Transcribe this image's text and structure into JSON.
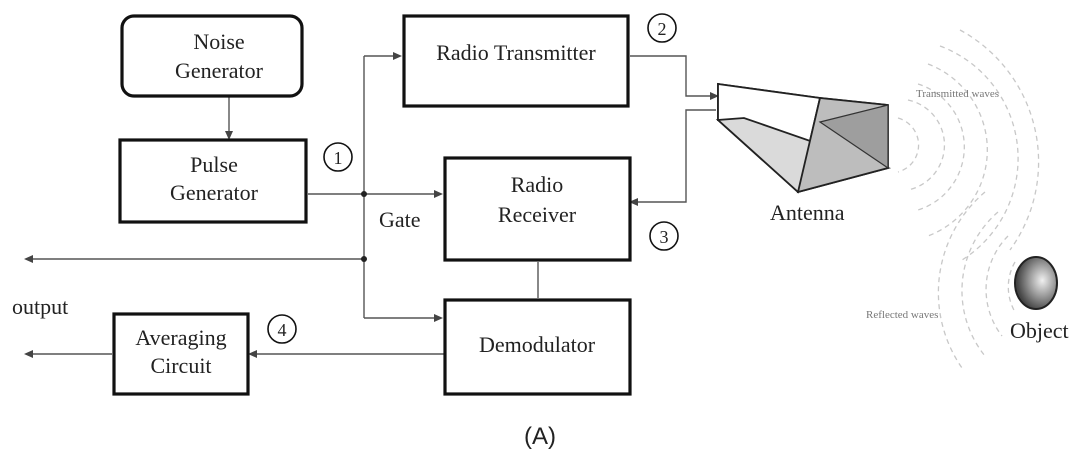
{
  "blocks": {
    "noise_generator": [
      "Noise",
      "Generator"
    ],
    "pulse_generator": [
      "Pulse",
      "Generator"
    ],
    "radio_transmitter": [
      "Radio Transmitter"
    ],
    "radio_receiver": [
      "Radio",
      "Receiver"
    ],
    "demodulator": [
      "Demodulator"
    ],
    "averaging_circuit": [
      "Averaging",
      "Circuit"
    ]
  },
  "labels": {
    "gate": "Gate",
    "output": "output",
    "antenna": "Antenna",
    "object": "Object",
    "transmitted_waves": "Transmitted waves",
    "reflected_waves": "Reflected waves"
  },
  "markers": [
    "1",
    "2",
    "3",
    "4"
  ],
  "caption": "(A)"
}
